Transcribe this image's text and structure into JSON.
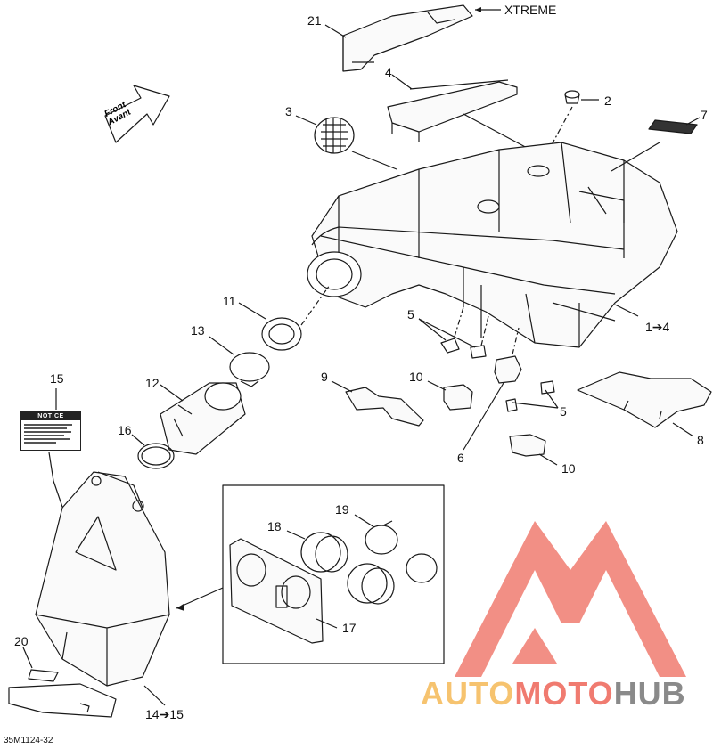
{
  "callouts": {
    "n21": "21",
    "xtreme": "XTREME",
    "n4": "4",
    "n2": "2",
    "n3": "3",
    "n7": "7",
    "n11": "11",
    "n13": "13",
    "n5a": "5",
    "n1to4": "1➔4",
    "n9": "9",
    "n10a": "10",
    "n12": "12",
    "n15": "15",
    "n16": "16",
    "n5b": "5",
    "n8": "8",
    "n6": "6",
    "n10b": "10",
    "n18": "19",
    "n19": "18",
    "n17": "17",
    "n20": "20",
    "n14to15": "14➔15"
  },
  "front_arrow": {
    "line1": "Front",
    "line2": "Avant"
  },
  "notice_label": {
    "title": "NOTICE"
  },
  "drawing_code": "35M1124-32",
  "watermark": {
    "part1": "AUTO",
    "part2": "MOTO",
    "part3": "HUB"
  },
  "colors": {
    "line": "#1a1a1a",
    "watermark_red": "#f07b70",
    "watermark_yellow": "#f6c36f",
    "watermark_gray": "#8a8a8a"
  }
}
